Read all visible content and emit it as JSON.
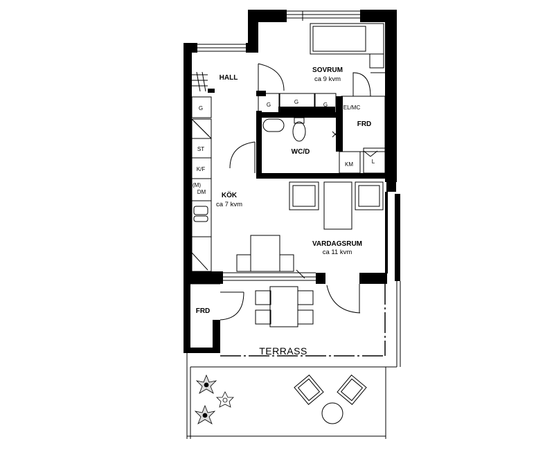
{
  "rooms": {
    "hall": "HALL",
    "sovrum": "SOVRUM",
    "sovrum_area": "ca 9 kvm",
    "frd_bedroom": "FRD",
    "el_mc": "EL/MC",
    "wcd": "WC/D",
    "km": "KM",
    "l": "L",
    "kok": "KÖK",
    "kok_area": "ca 7 kvm",
    "vardagsrum": "VARDAGSRUM",
    "vardagsrum_area": "ca 11 kvm",
    "frd_terrace": "FRD",
    "terrass": "TERRASS"
  },
  "fixtures": {
    "g_hall": "G",
    "g_closet_1": "G",
    "g_closet_2": "G",
    "g_closet_3": "G",
    "st": "ST",
    "kf": "K/F",
    "m": "(M)",
    "dm": "DM"
  },
  "colors": {
    "wall": "#000000",
    "line": "#000000",
    "background": "#ffffff"
  }
}
